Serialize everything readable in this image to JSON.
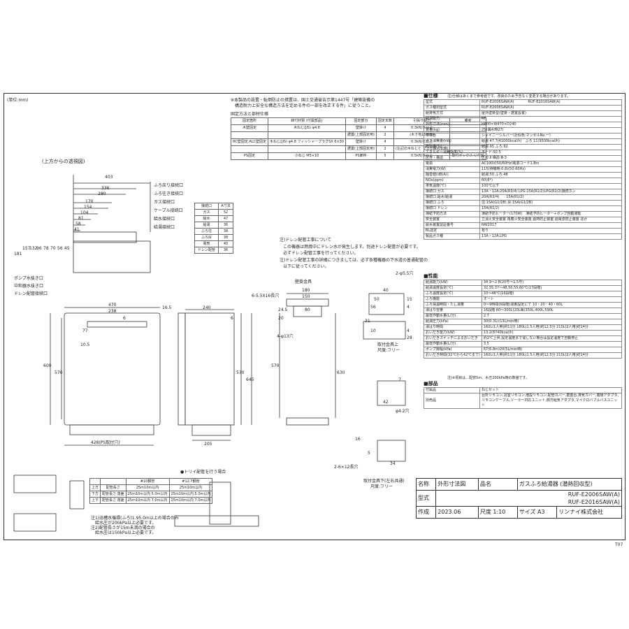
{
  "unit_note": "(単位:mm)",
  "top_note": "(上方からの透視図)",
  "notes_header": [
    "※本製品の設置・転倒防止の措置は、国土交通省告示第1447号「建築設備の",
    "　構造耐力上安全な構造方法を定める件の一部を改正する件」に従うこと。"
  ],
  "fix_method": {
    "title": "固定方法と部材仕様",
    "headers": [
      "固定箇所",
      "締付材質 (付属部品)",
      "固定部分",
      "固定本数",
      "引張り耐力",
      "備考"
    ],
    "rows": [
      [
        "木壁固定",
        "木ねじ(JIS) φ4.8",
        "壁掛け",
        "4",
        "0.3kN/本以上",
        ""
      ],
      [
        "",
        "",
        "据置(上部固定用)",
        "2",
        "(木下地15mm)",
        ""
      ],
      [
        "RC壁固定 ALC壁固定",
        "木ねじ(JIS) φ4.8 フィッシャープラグSX 6×30",
        "壁掛け",
        "4",
        "0.3kN/本以上",
        ""
      ],
      [
        "",
        "",
        "据置(上部固定用)",
        "2",
        "(左記の木ねじと プラグ組合せ時)",
        ""
      ],
      [
        "PS固定",
        "小ねじ M5×10",
        "PS扉枠",
        "5",
        "0.5kN/本以上",
        "取付ボックス に付属"
      ]
    ]
  },
  "pipe_labels": [
    "ふろ戻り接続口",
    "ふろ往き接続口",
    "ガス接続口",
    "ケーブル接続口",
    "給水接続口",
    "給湯接続口"
  ],
  "bottom_labels": [
    "ポンプ水抜き口",
    "中和器水抜き口",
    "ドレン配管接続口"
  ],
  "pipe_size_table": {
    "headers": [
      "接続口",
      "A寸法"
    ],
    "rows": [
      [
        "ガス",
        "52"
      ],
      [
        "給水",
        "47"
      ],
      [
        "給湯",
        "36"
      ],
      [
        "ふろ往",
        "38"
      ],
      [
        "ふろ戻",
        "38"
      ],
      [
        "電気",
        "40"
      ],
      [
        "ドレン配管",
        "36"
      ]
    ]
  },
  "top_dims": [
    "403",
    "336",
    "280",
    "170",
    "154",
    "104",
    "81",
    "58",
    "41"
  ],
  "left_dims": [
    "181",
    "157",
    "132",
    "96",
    "78",
    "70",
    "56",
    "45"
  ],
  "front_dims": [
    "470",
    "238",
    "6",
    "77",
    "600",
    "570",
    "10.5",
    "428(PS取付穴)"
  ],
  "side_dims": [
    "16.5",
    "240",
    "6",
    "570",
    "645",
    "205"
  ],
  "drain_notes": [
    "注)ドレン配管工事について",
    "この機器は燃焼中にドレン水が発生します。別途ドレン配管が必要です。",
    "必ずドレン配管工事を行ってください。",
    "注)ドレン配管工事の詳細につきましては、必ず各種機器の下水道の普通配管の",
    "以下に従ってください。"
  ],
  "bracket": {
    "title": "壁掛金具",
    "dims": [
      "180",
      "150",
      "80",
      "24.5",
      "20",
      "570",
      "630",
      "6-5.5X16長穴",
      "4-φ13穴"
    ],
    "upper_title": "取付金具上",
    "upper_size": "尺度:フリー",
    "lower_title": "取付金具下(左右共通)",
    "lower_size": "尺度:フリー",
    "small_dims": [
      "2-φ5.5穴",
      "40",
      "50",
      "56",
      "15",
      "4",
      "4",
      "10",
      "31",
      "28",
      "42",
      "7",
      "φ4.2穴",
      "2-6×12長穴",
      "34",
      "16",
      "5"
    ]
  },
  "pressure_table": {
    "headers": [
      "",
      "",
      "#10鋼管",
      "#12.7鋼管"
    ],
    "rows": [
      [
        "上方",
        "配管長さ",
        "25m10m以内",
        "25m10m以内"
      ],
      [
        "下方",
        "配管長さ 落差",
        "25m10m以内 5.0m以内",
        "25m10m以内 5.0m以内"
      ],
      [
        "上下",
        "配管長さ 落差",
        "25m10m以内 7.0m以内",
        "25m10m以内 7.0m以内"
      ]
    ],
    "notes": [
      "注1)浴槽水循環(ふろ)1.95.0m以上の場合のみ",
      "　給水圧が200kPa以上必要です。",
      "注2)配管長さが15m未満の場合の",
      "　給水圧は150kPa以上必要です。"
    ]
  },
  "trap_label": "●トリイ配管を行う場合",
  "spec": {
    "title": "■仕様",
    "title_note": "注)仕様はあくまで参考値です。改良のため予告なく変更する場合があります。",
    "rows": [
      [
        "型式",
        "RUF-E2006SAW(A)　　　　RUF-E2016SAW(A)"
      ],
      [
        "ガス種別型式",
        "RUF-E2006SAW(A)"
      ],
      [
        "給排気方式",
        "屋外壁掛型(壁掛・据置設置)"
      ],
      [
        "給湯能力",
        "RF"
      ],
      [
        "外形寸法(mm)",
        "H600×W470×D240"
      ],
      [
        "質量(kg)",
        "25(満水時27)"
      ],
      [
        "本体色",
        "シャイニーシルバー(近似色:マンセルNo.一)"
      ],
      [
        "ガス消費量(kW)",
        "給湯 47.7(41000kcal/h)　ふろ 11(9500kcal/h)"
      ],
      [
        "熱効率(%)",
        "給湯:95 ふろ:92"
      ],
      [
        "エネルギー消費効率(%)",
        "モード:92.5"
      ],
      [
        "区分・構造",
        "区分:Ⅱ 構造:Ⅲ-3"
      ],
      [
        "電源",
        "AC100V(50/60Hz)電源コード1.8m"
      ],
      [
        "消費電力(W)",
        "115(待機時:0.8)(50-60Hz)"
      ],
      [
        "騒音値(dB(A))",
        "給湯:50 ふろ:48"
      ],
      [
        "NOx(ppm)",
        "60(6*)"
      ],
      [
        "排気温度(℃)",
        "100℃以下"
      ],
      [
        "接続口 ガス",
        "13A・12A:20A(R3/4) LPG:15A(R1/2)LPG(R1/2)接続ホン"
      ],
      [
        "接続口 給水/給湯",
        "20A(R3/4)　　15A(R1/2)"
      ],
      [
        "接続口 ふろ",
        "往:15A(G1/2B) 戻:15A(G1/2B)"
      ],
      [
        "接続口 ドレン",
        "15A(R1/2)"
      ],
      [
        "凍結予防方法",
        "凍結予防ヒーター(170W)　凍結予防ヒーター+ポンプ自動運転"
      ],
      [
        "安全装置",
        "立消え安全装置 再着火安全装置 過熱防止装置 過電流防止装置 ほか"
      ],
      [
        "給水装置認証番号",
        "NW2017"
      ],
      [
        "BL認定",
        "有り"
      ],
      [
        "製品ガス種",
        "13A・12A,LPG"
      ]
    ]
  },
  "performance": {
    "title": "■性能",
    "rows": [
      [
        "給湯能力(kW)",
        "34.9～2.8(20号～1.5号)"
      ],
      [
        "給湯温度設定(℃)",
        "32,35,37～48,50,55,60℃(17段階)"
      ],
      [
        "ふろ温度設定(℃)",
        "33～48℃(16段階)"
      ],
      [
        "ふろ機能",
        "オート"
      ],
      [
        "ふろ保温時間・たし湯量",
        "0～9時間(6段階)湯量設定にて 10・20・40・60L"
      ],
      [
        "湯はり容量",
        "16段階 60～300L(20L毎)350L,400L,590L"
      ],
      [
        "最低作動水量(L/分)",
        "2.7"
      ],
      [
        "給湯圧力(kPa)",
        "30(0.31)(13L/min時)"
      ],
      [
        "湯はり時間",
        "160L(1人用)約11分 180L(1.5人用)約12.5分 210L(2人用)約14分"
      ],
      [
        "おいだき能力(kW)",
        "13.2(8740kcal/h)"
      ],
      [
        "おいだきスイッチによるおいだき",
        "約2℃上昇,設定温度まで違しない場合は設定温度で自動停止"
      ],
      [
        "最低作動水量(L/分)",
        "3.5"
      ],
      [
        "ポンプ揚程(kPa)",
        "67(6.8m)20(5L/min時)"
      ],
      [
        "おいだき時間(32℃から42℃まで)",
        "160L(1人用)約11分 180L(1.5人用)約12.5分 210L(2人用)約14分"
      ]
    ],
    "footnote": "注)※項目は、配管5m、水圧200kPa時の数値です。"
  },
  "parts": {
    "title": "■部品",
    "rows": [
      [
        "付属品",
        "ねじセット"
      ],
      [
        "別売品",
        "台所リモコン,浴室リモコン,増設リモコン,配管カバー,据置台,排気カバー,循環アダプタ,リモコンケーブル,ソーラー対応ユニット,側方給気アダプタ,マイクロバブルバスユニット"
      ]
    ]
  },
  "title_block": {
    "name_label": "名称",
    "name": "外形寸法図",
    "product_label": "品名",
    "product": "ガスふろ給湯器 (潜熱回収型)",
    "model_label": "型式",
    "model1": "RUF-E2006SAW(A)",
    "model2": "RUF-E2016SAW(A)",
    "made_label": "作成",
    "date": "2023.06",
    "scale_label": "尺度",
    "scale": "1:10",
    "size_label": "サイズ",
    "size": "A3",
    "company": "リンナイ株式会社",
    "code": "T07"
  }
}
